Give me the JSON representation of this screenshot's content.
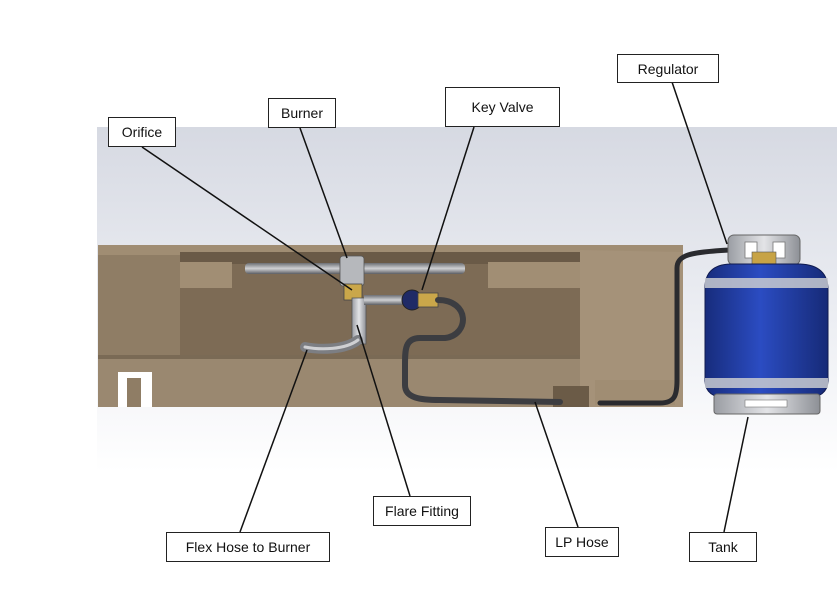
{
  "labels": {
    "orifice": "Orifice",
    "burner": "Burner",
    "key_valve": "Key Valve",
    "regulator": "Regulator",
    "flex_hose": "Flex Hose to Burner",
    "flare_fitting": "Flare Fitting",
    "lp_hose": "LP Hose",
    "tank": "Tank"
  },
  "colors": {
    "tank_body": "#1f3ea8",
    "housing": "#8e7c64",
    "background_gradient": "#d8dbe4"
  }
}
